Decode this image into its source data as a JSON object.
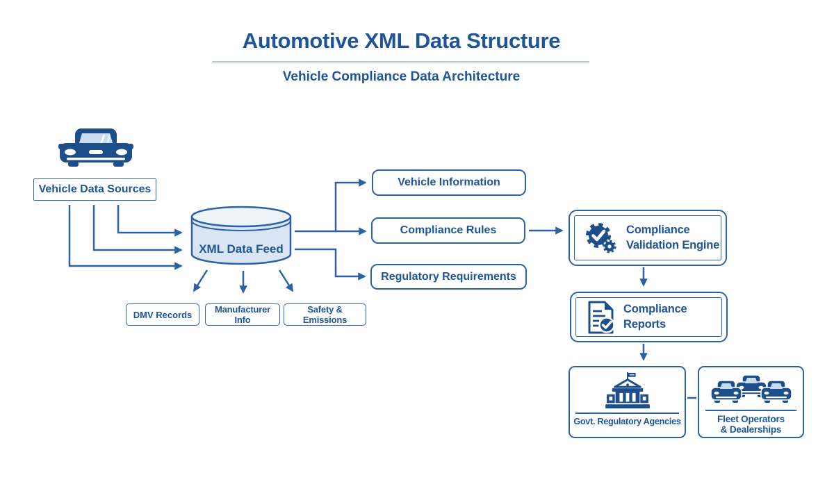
{
  "colors": {
    "line": "#2a62a5",
    "text": "#1e5599",
    "icon": "#1d4e8c",
    "cylinder_fill": "#d9e5f2",
    "cylinder_top": "#eef3fa",
    "windshield": "#c9ddf0",
    "divider": "#aac9e4",
    "background": "#ffffff"
  },
  "header": {
    "title": "Automotive XML Data Structure",
    "subtitle": "Vehicle Compliance Data Architecture"
  },
  "nodes": {
    "source": {
      "label": "Vehicle Data Sources",
      "icon": "car-icon"
    },
    "hub": {
      "label": "XML Data Feed",
      "shape": "database-cylinder"
    },
    "outputs": [
      {
        "label": "Vehicle Information"
      },
      {
        "label": "Compliance Rules"
      },
      {
        "label": "Regulatory Requirements"
      }
    ],
    "feeds": [
      {
        "label": "DMV Records"
      },
      {
        "label": "Manufacturer Info"
      },
      {
        "label": "Safety & Emissions"
      }
    ],
    "engine": {
      "line1": "Compliance",
      "line2": "Validation Engine",
      "icon": "gears-check-icon"
    },
    "reports": {
      "line1": "Compliance",
      "line2": "Reports",
      "icon": "document-check-icon"
    },
    "agencies": {
      "label": "Govt. Regulatory Agencies",
      "icon": "government-building-icon"
    },
    "fleet": {
      "line1": "Fleet Operators",
      "line2": "& Dealerships",
      "icon": "fleet-cars-icon"
    }
  },
  "icons": {
    "car-icon": "front view of a car",
    "database-cylinder": "database cylinder shape",
    "gears-check-icon": "gear with checkmark plus small gear",
    "document-check-icon": "document with checkmark badge",
    "government-building-icon": "government building with flag",
    "fleet-cars-icon": "three car fronts"
  }
}
